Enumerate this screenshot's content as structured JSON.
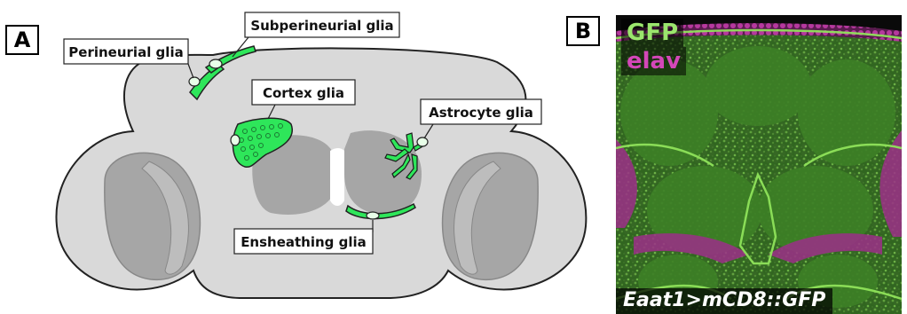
{
  "panels": {
    "a_label": "A",
    "b_label": "B"
  },
  "diagram": {
    "callouts": {
      "perineurial": "Perineurial glia",
      "subperineurial": "Subperineurial glia",
      "cortex": "Cortex glia",
      "astrocyte": "Astrocyte glia",
      "ensheathing": "Ensheathing glia"
    },
    "colors": {
      "brain_fill": "#d9d9d9",
      "neuropil_fill": "#a6a6a6",
      "glia_green": "#2ee65a",
      "outline": "#222222"
    }
  },
  "micrograph": {
    "channel_1": "GFP",
    "channel_2": "elav",
    "caption": "Eaat1>mCD8::GFP",
    "colors": {
      "gfp": "#9be56d",
      "elav": "#d447b9"
    }
  }
}
